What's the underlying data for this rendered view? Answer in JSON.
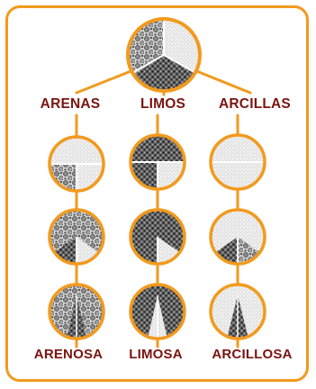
{
  "colors": {
    "frame": "#f29a1e",
    "connector": "#f29a1e",
    "label": "#7a1410"
  },
  "categories": [
    {
      "label": "ARENAS"
    },
    {
      "label": "LIMOS"
    },
    {
      "label": "ARCILLAS"
    }
  ],
  "results": [
    {
      "label": "ARENOSA"
    },
    {
      "label": "LIMOSA"
    },
    {
      "label": "ARCILLOSA"
    }
  ]
}
